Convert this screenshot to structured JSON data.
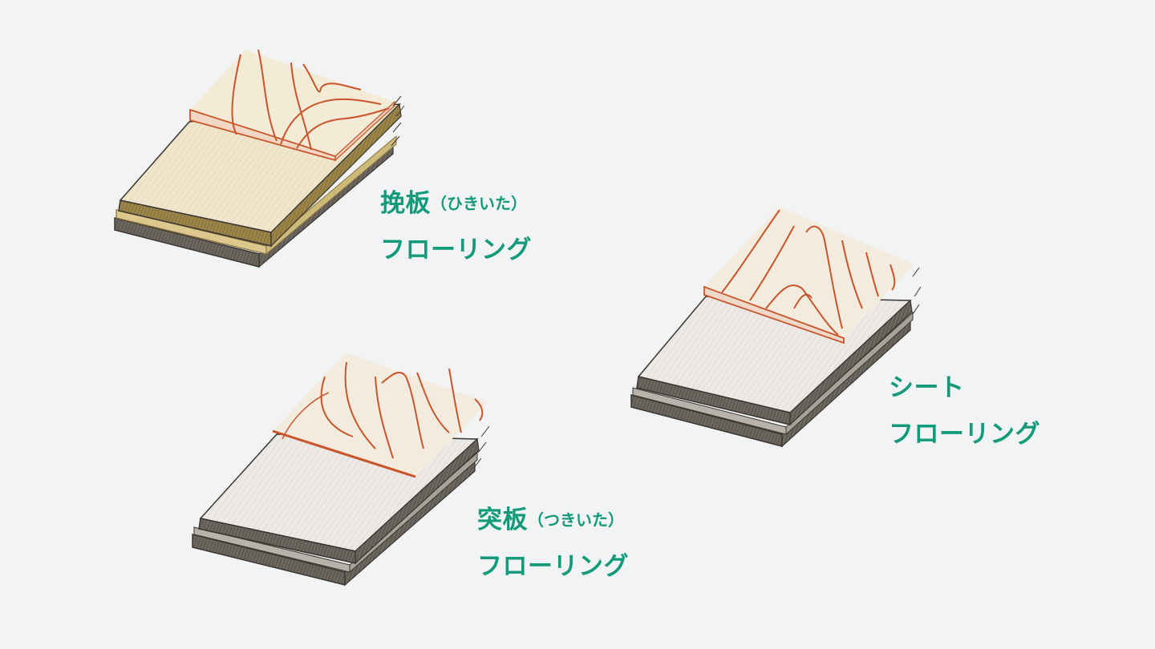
{
  "colors": {
    "background": "#f1f3f4",
    "label_text": "#129a7a",
    "wood_grain_line": "#c9552b",
    "board_outline": "#3a3632",
    "sawn_veneer_face": "#efe6cd",
    "sawn_veneer_edge": "#8a7440",
    "board_face": "#ece9e6",
    "board_edge": "#5b5550"
  },
  "items": [
    {
      "id": "hiki",
      "title_main": "挽板",
      "title_reading": "（ひきいた）",
      "subtitle": "フローリング",
      "icon": "sawn-veneer-flooring-illustration"
    },
    {
      "id": "tsuki",
      "title_main": "突板",
      "title_reading": "（つきいた）",
      "subtitle": "フローリング",
      "icon": "sliced-veneer-flooring-illustration"
    },
    {
      "id": "sheet",
      "title_main": "シート",
      "title_reading": "",
      "subtitle": "フローリング",
      "icon": "sheet-flooring-illustration"
    }
  ]
}
